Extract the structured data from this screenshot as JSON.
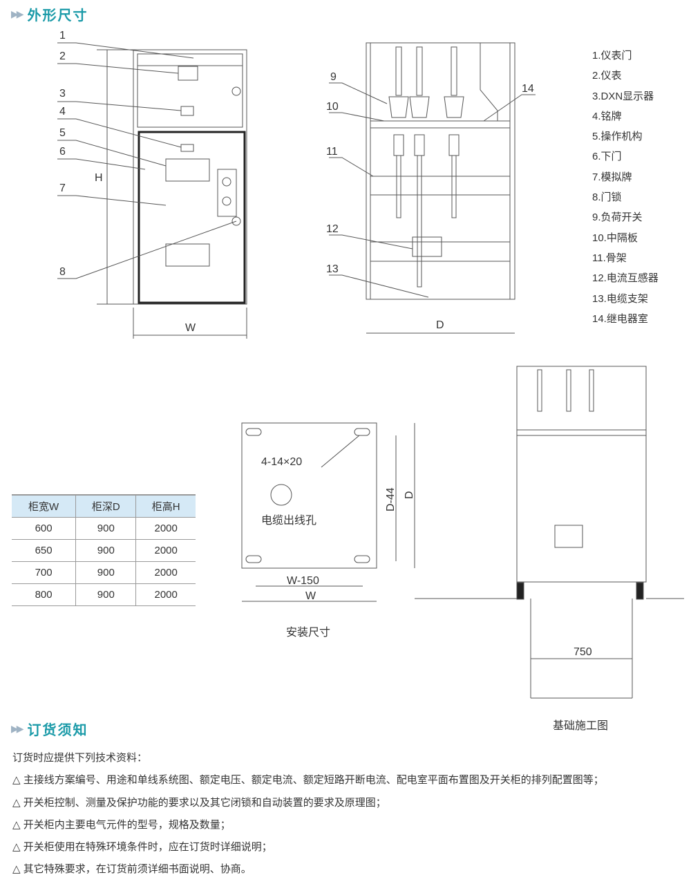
{
  "section1": {
    "title": "外形尺寸"
  },
  "front": {
    "labels": [
      "1",
      "2",
      "3",
      "4",
      "5",
      "6",
      "7",
      "8"
    ],
    "h": "H",
    "w": "W"
  },
  "side": {
    "labels": [
      "9",
      "10",
      "11",
      "12",
      "13",
      "14"
    ],
    "d": "D"
  },
  "legend": [
    "1.仪表门",
    "2.仪表",
    "3.DXN显示器",
    "4.铭牌",
    "5.操作机构",
    "6.下门",
    "7.模拟牌",
    "8.门锁",
    "9.负荷开关",
    "10.中隔板",
    "11.骨架",
    "12.电流互感器",
    "13.电缆支架",
    "14.继电器室"
  ],
  "table": {
    "headers": [
      "柜宽W",
      "柜深D",
      "柜高H"
    ],
    "rows": [
      [
        "600",
        "900",
        "2000"
      ],
      [
        "650",
        "900",
        "2000"
      ],
      [
        "700",
        "900",
        "2000"
      ],
      [
        "800",
        "900",
        "2000"
      ]
    ]
  },
  "mount": {
    "holes": "4-14×20",
    "cable": "电缆出线孔",
    "d44": "D-44",
    "d": "D",
    "w150": "W-150",
    "w": "W",
    "caption": "安装尺寸"
  },
  "foundation": {
    "dim": "750",
    "caption": "基础施工图"
  },
  "section2": {
    "title": "订货须知"
  },
  "notes": [
    "订货时应提供下列技术资料：",
    "△ 主接线方案编号、用途和单线系统图、额定电压、额定电流、额定短路开断电流、配电室平面布置图及开关柜的排列配置图等；",
    "△ 开关柜控制、测量及保护功能的要求以及其它闭锁和自动装置的要求及原理图；",
    "△ 开关柜内主要电气元件的型号，规格及数量；",
    "△ 开关柜使用在特殊环境条件时，应在订货时详细说明；",
    "△ 其它特殊要求，在订货前须详细书面说明、协商。"
  ],
  "colors": {
    "accent": "#1a9aa8",
    "table_header": "#d5e9f6"
  }
}
